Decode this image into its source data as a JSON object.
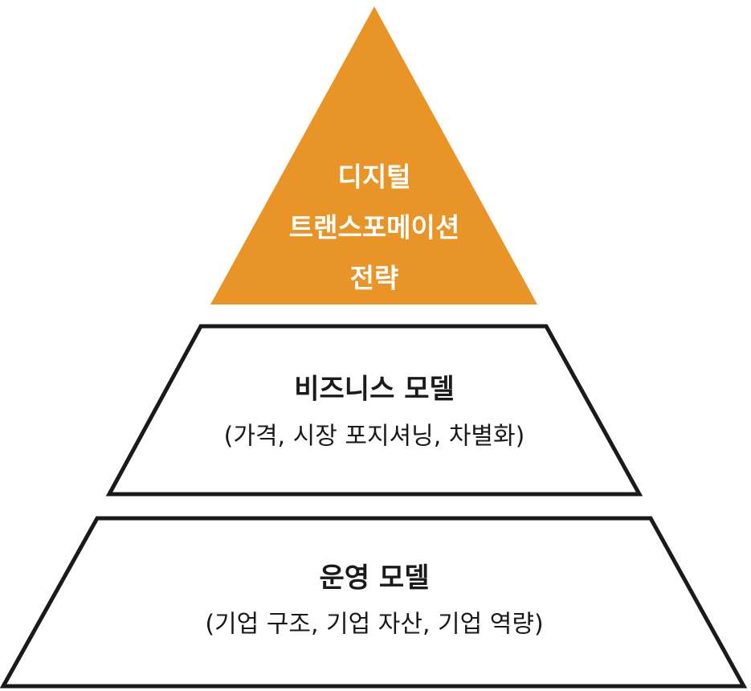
{
  "colors": {
    "top_fill": "#E99427",
    "tier_fill": "#ffffff",
    "stroke": "#1a1a1a",
    "top_text": "#ffffff",
    "tier_text": "#1a1a1a"
  },
  "top": {
    "lines": [
      "디지털",
      "트랜스포메이션",
      "전략"
    ]
  },
  "middle": {
    "title": "비즈니스 모델",
    "subtitle": "(가격, 시장 포지셔닝, 차별화)"
  },
  "bottom": {
    "title": "운영 모델",
    "subtitle": "(기업 구조, 기업 자산, 기업 역량)"
  }
}
